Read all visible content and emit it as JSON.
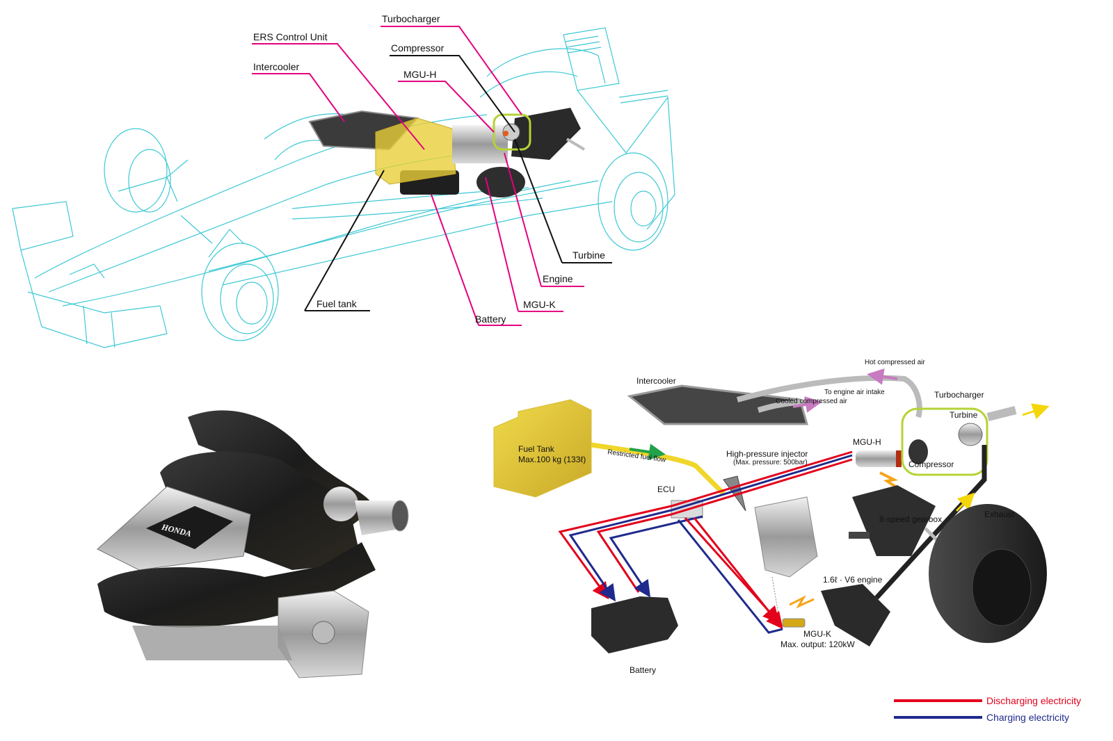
{
  "colors": {
    "car_outline": "#3cc8d4",
    "leader_pink": "#e4007f",
    "leader_black": "#111111",
    "highlight_ring": "#b5d334",
    "fuel_tank": "#e8cf3a",
    "discharging": "#e3001b",
    "charging": "#1f2a8c",
    "air_arrow": "#c77bc0",
    "fuel_arrow": "#22a24a",
    "exhaust_arrow": "#f5d60a"
  },
  "top_diagram": {
    "labels": [
      {
        "id": "turbocharger",
        "text": "Turbocharger",
        "leader": "pink"
      },
      {
        "id": "ers-control-unit",
        "text": "ERS Control Unit",
        "leader": "pink"
      },
      {
        "id": "compressor",
        "text": "Compressor",
        "leader": "black"
      },
      {
        "id": "intercooler",
        "text": "Intercooler",
        "leader": "pink"
      },
      {
        "id": "mgu-h",
        "text": "MGU-H",
        "leader": "pink"
      },
      {
        "id": "turbine",
        "text": "Turbine",
        "leader": "black"
      },
      {
        "id": "engine",
        "text": "Engine",
        "leader": "pink"
      },
      {
        "id": "mgu-k",
        "text": "MGU-K",
        "leader": "pink"
      },
      {
        "id": "battery",
        "text": "Battery",
        "leader": "pink"
      },
      {
        "id": "fuel-tank",
        "text": "Fuel tank",
        "leader": "black"
      }
    ]
  },
  "engine_photo": {
    "brand_plate": "HONDA"
  },
  "system_diagram": {
    "intercooler": "Intercooler",
    "hot_air": "Hot compressed air",
    "to_intake": "To engine air intake",
    "cooled_air": "Cooled compressed air",
    "turbocharger": "Turbocharger",
    "turbine": "Turbine",
    "compressor": "Compressor",
    "fuel_tank_line1": "Fuel Tank",
    "fuel_tank_line2": "Max.100 kg (133ℓ)",
    "restricted_flow": "Restricted fuel flow",
    "injector": "High-pressure injector",
    "injector_note": "(Max. pressure: 500bar)",
    "mgu_h": "MGU-H",
    "ecu": "ECU",
    "gearbox": "8-speed gearbox",
    "exhaust": "Exhaust",
    "engine": "1.6ℓ · V6 engine",
    "mgu_k": "MGU-K",
    "mgu_k_note": "Max. output: 120kW",
    "battery": "Battery"
  },
  "legend": [
    {
      "label": "Discharging electricity",
      "color": "#e3001b"
    },
    {
      "label": "Charging electricity",
      "color": "#1f2a8c"
    }
  ]
}
